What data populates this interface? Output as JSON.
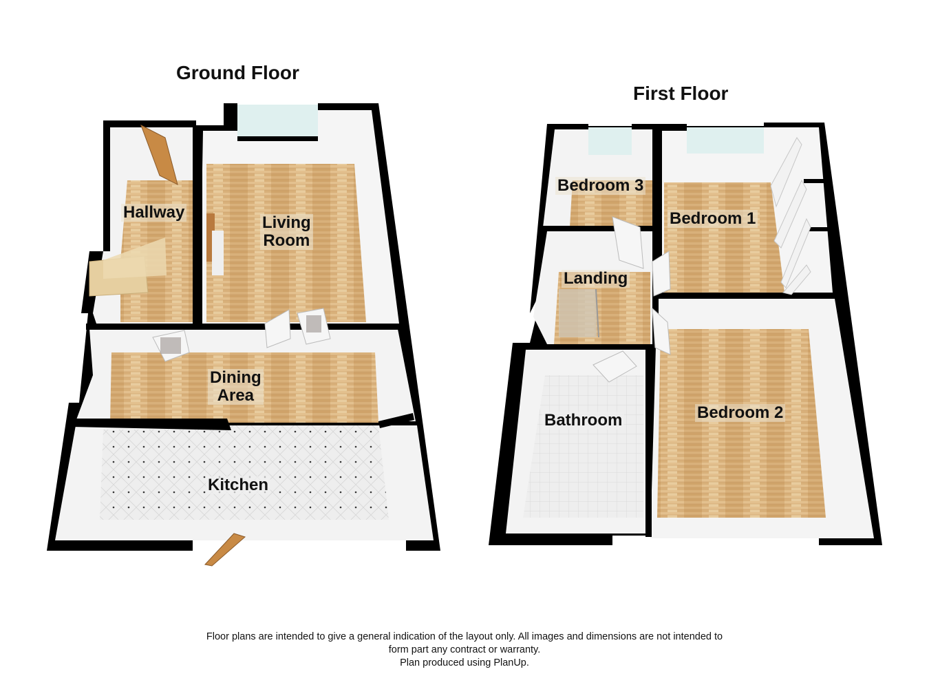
{
  "floors": [
    {
      "title": "Ground Floor",
      "rooms": [
        {
          "label": "Hallway",
          "floor": "wood"
        },
        {
          "label": "Living\nRoom",
          "line1": "Living",
          "line2": "Room",
          "floor": "wood"
        },
        {
          "label": "Dining\nArea",
          "line1": "Dining",
          "line2": "Area",
          "floor": "wood"
        },
        {
          "label": "Kitchen",
          "floor": "tile-diamond"
        }
      ]
    },
    {
      "title": "First Floor",
      "rooms": [
        {
          "label": "Bedroom 3",
          "floor": "wood"
        },
        {
          "label": "Bedroom 1",
          "floor": "wood"
        },
        {
          "label": "Landing",
          "floor": "wood"
        },
        {
          "label": "Bathroom",
          "floor": "tile-square"
        },
        {
          "label": "Bedroom 2",
          "floor": "wood"
        }
      ]
    }
  ],
  "disclaimer": {
    "line1": "Floor plans are intended to give a general indication of the layout only. All images and dimensions are not intended to",
    "line2": "form part any contract or warranty.",
    "line3": "Plan produced using PlanUp."
  },
  "colors": {
    "wall": "#000000",
    "wall_face": "#f4f4f4",
    "wood": "#d9b27a",
    "tile": "#ececec",
    "glass": "#dff0ef"
  }
}
